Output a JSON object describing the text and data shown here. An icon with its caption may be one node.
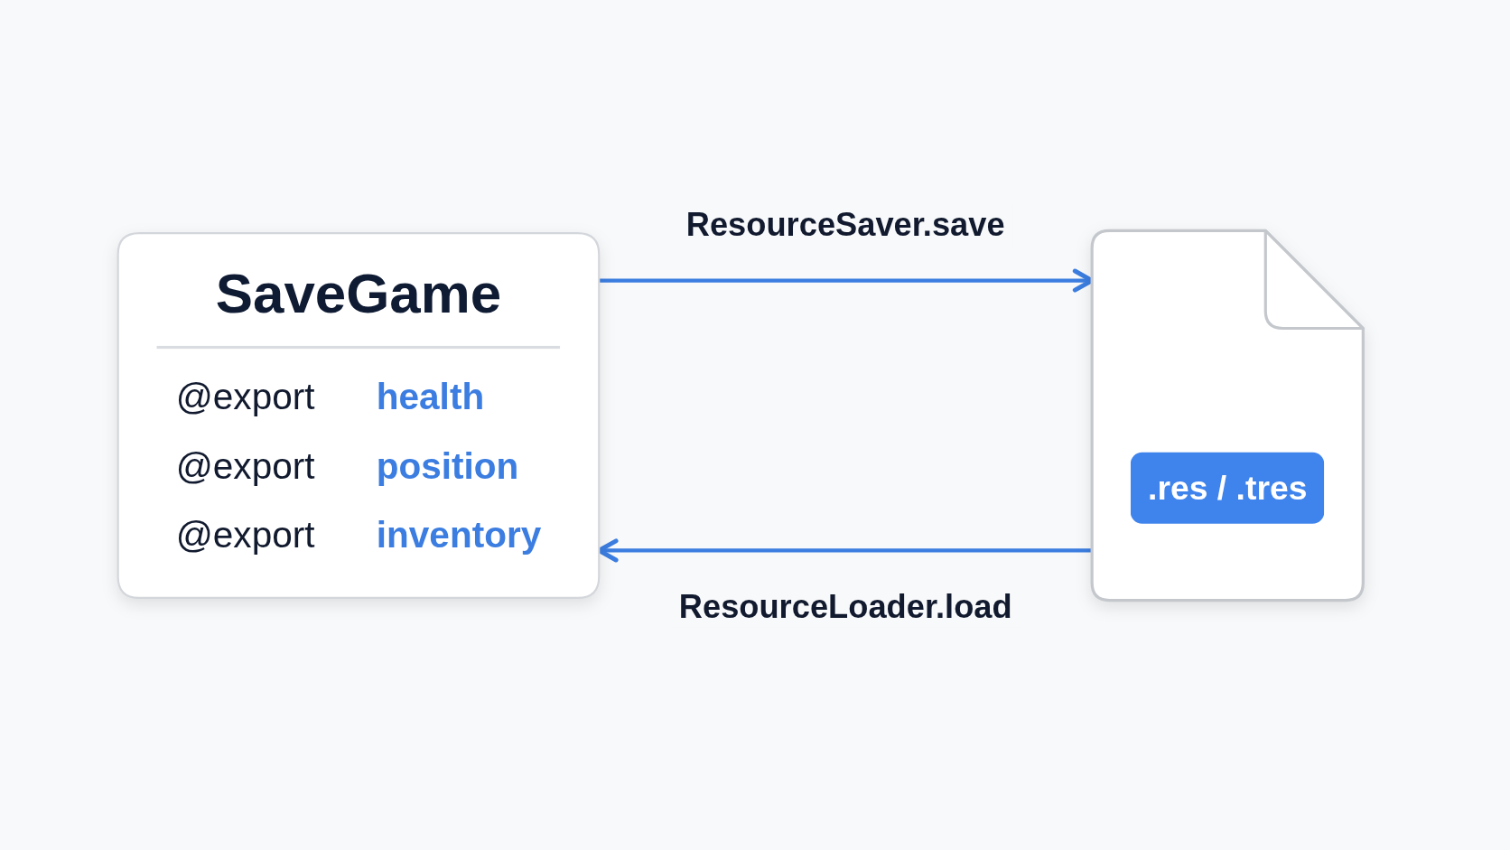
{
  "diagram": {
    "nodes": [
      {
        "text": [
          "SaveGame",
          "@export",
          "health",
          "@export",
          "position",
          "@export",
          "inventory"
        ]
      },
      {
        "text": [
          ".res / .tres"
        ]
      }
    ],
    "edges": [
      {
        "from": 0,
        "to": 1,
        "arrow": "to",
        "label": "ResourceSaver.save"
      },
      {
        "from": 1,
        "to": 0,
        "arrow": "to",
        "label": "ResourceLoader.load"
      }
    ]
  }
}
